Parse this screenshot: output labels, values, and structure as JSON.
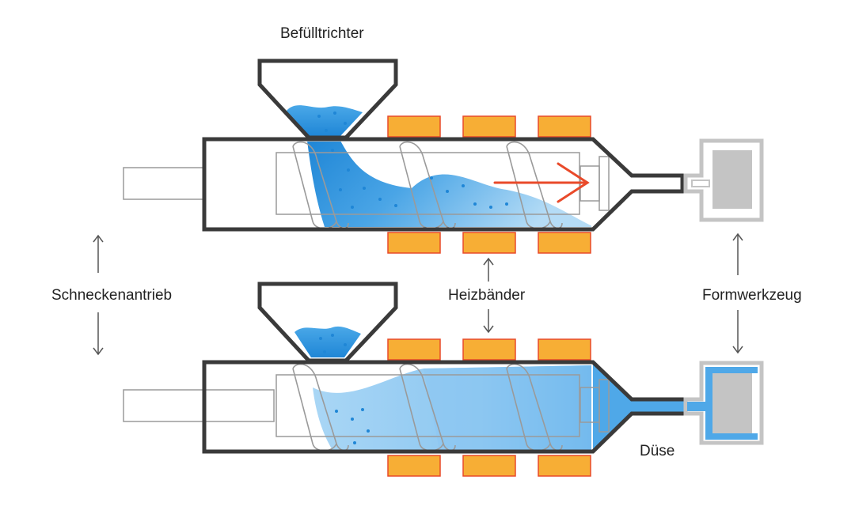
{
  "labels": {
    "hopper": "Befülltrichter",
    "screw_drive": "Schneckenantrieb",
    "heater_bands": "Heizbänder",
    "mold": "Formwerkzeug",
    "nozzle": "Düse"
  },
  "colors": {
    "barrel": "#3a3a3a",
    "screw": "#9a9a9a",
    "heater_fill": "#f7ae35",
    "heater_stroke": "#e94a2a",
    "melt_dark": "#2b8fd8",
    "melt_light": "#a9d6f5",
    "mold": "#c4c4c4",
    "arrow_red": "#e94a2a",
    "arrow_gray": "#555555"
  }
}
